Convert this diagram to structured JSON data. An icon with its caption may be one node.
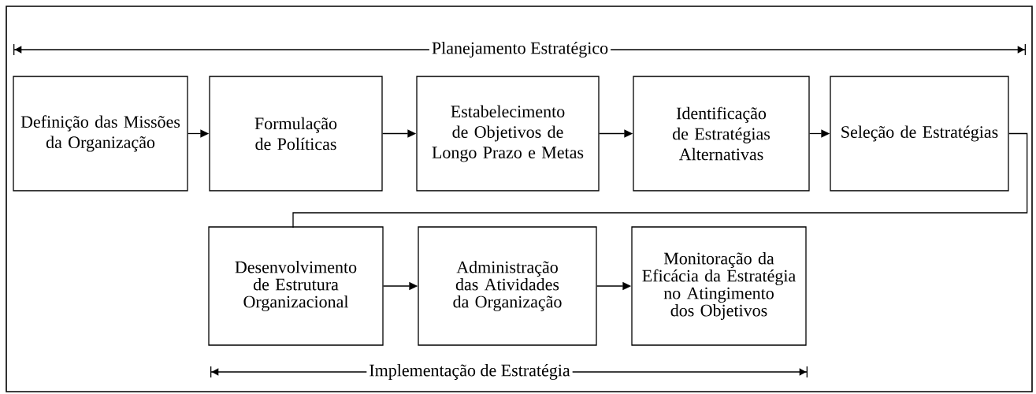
{
  "diagram": {
    "nodes": [
      {
        "text": [
          "Definição das Missões da Organização"
        ]
      },
      {
        "text": [
          "Formulação de Políticas"
        ]
      },
      {
        "text": [
          "Estabelecimento de Objetivos de Longo Prazo e Metas"
        ]
      },
      {
        "text": [
          "Identificação de Estratégias Alternativas"
        ]
      },
      {
        "text": [
          "Seleção de Estratégias"
        ]
      },
      {
        "text": [
          "Desenvolvimento de Estrutura Organizacional"
        ]
      },
      {
        "text": [
          "Administração das Atividades da Organização"
        ]
      },
      {
        "text": [
          "Monitoração da Eficácia da Estratégia no Atingimento dos Objetivos"
        ]
      }
    ],
    "edges": [
      {
        "from": 0,
        "to": 1,
        "arrow": "to"
      },
      {
        "from": 1,
        "to": 2,
        "arrow": "to"
      },
      {
        "from": 2,
        "to": 3,
        "arrow": "to"
      },
      {
        "from": 3,
        "to": 4,
        "arrow": "to"
      },
      {
        "from": 4,
        "to": 5,
        "arrow": "none"
      },
      {
        "from": 5,
        "to": 6,
        "arrow": "to"
      },
      {
        "from": 6,
        "to": 7,
        "arrow": "to"
      }
    ],
    "labels": [
      "Planejamento Estratégico",
      "Implementação de Estratégia"
    ]
  }
}
